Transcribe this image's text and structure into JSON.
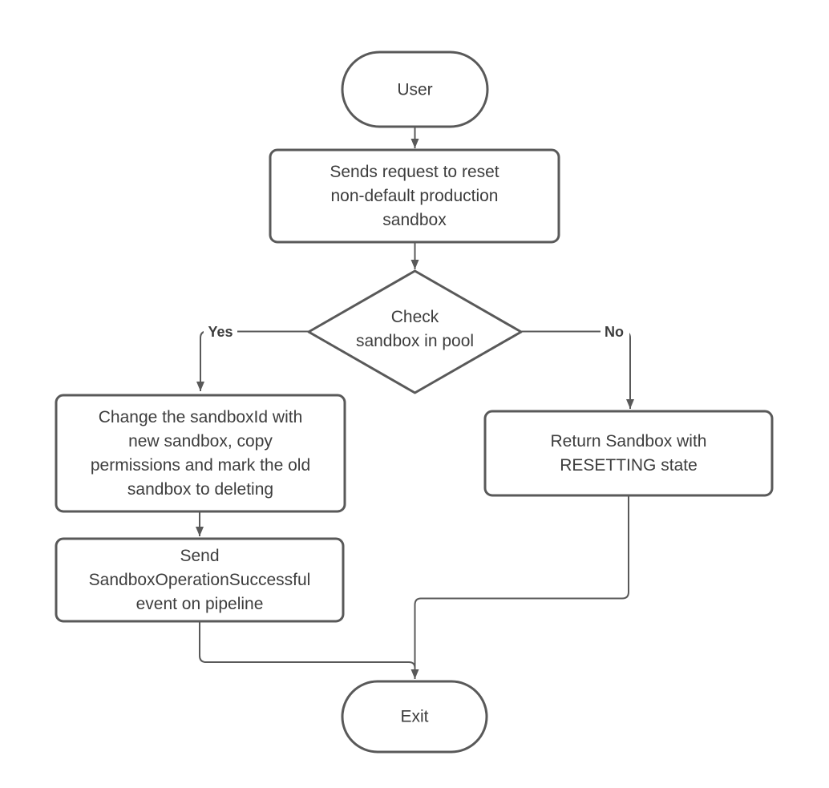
{
  "theme": {
    "background": "#ffffff",
    "shape_fill": "#ffffff",
    "stroke_color": "#595959",
    "text_color": "#3d3d3d"
  },
  "flowchart": {
    "nodes": {
      "user": {
        "type": "terminator",
        "lines": [
          "User"
        ]
      },
      "send_request": {
        "type": "process",
        "lines": [
          "Sends request to reset",
          "non-default production",
          "sandbox"
        ]
      },
      "check_pool": {
        "type": "decision",
        "lines": [
          "Check",
          "sandbox in pool"
        ]
      },
      "change_sandbox": {
        "type": "process",
        "lines": [
          "Change the sandboxId with",
          "new sandbox, copy",
          "permissions and mark the old",
          "sandbox to deleting"
        ]
      },
      "send_event": {
        "type": "process",
        "lines": [
          "Send",
          "SandboxOperationSuccessful",
          "event on pipeline"
        ]
      },
      "return_sandbox": {
        "type": "process",
        "lines": [
          "Return Sandbox with",
          "RESETTING state"
        ]
      },
      "exit": {
        "type": "terminator",
        "lines": [
          "Exit"
        ]
      }
    },
    "edges": {
      "yes_label": "Yes",
      "no_label": "No"
    }
  }
}
